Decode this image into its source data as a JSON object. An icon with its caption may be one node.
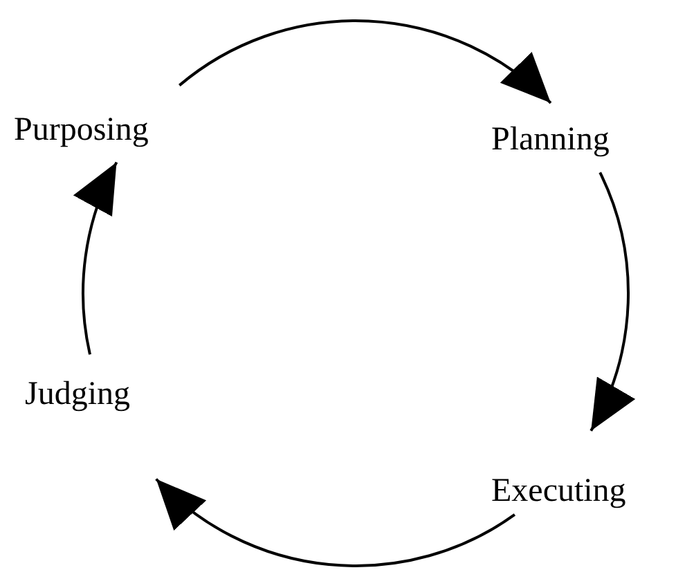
{
  "diagram": {
    "nodes": [
      {
        "text": [
          "Purposing"
        ]
      },
      {
        "text": [
          "Planning"
        ]
      },
      {
        "text": [
          "Executing"
        ]
      },
      {
        "text": [
          "Judging"
        ]
      }
    ],
    "edges": [
      {
        "from": 0,
        "to": 1,
        "arrow": "to"
      },
      {
        "from": 1,
        "to": 2,
        "arrow": "to"
      },
      {
        "from": 2,
        "to": 3,
        "arrow": "to"
      },
      {
        "from": 3,
        "to": 0,
        "arrow": "to"
      }
    ]
  }
}
